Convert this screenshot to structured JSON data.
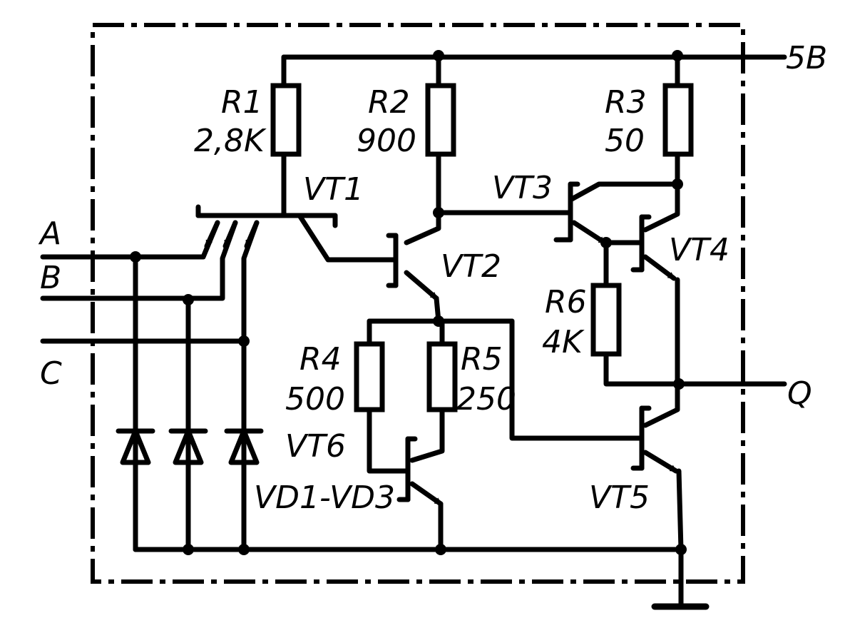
{
  "supply": {
    "label": "5B"
  },
  "inputs": {
    "a": "A",
    "b": "B",
    "c": "C"
  },
  "output": {
    "label": "Q"
  },
  "resistors": {
    "r1": {
      "name": "R1",
      "value": "2,8K"
    },
    "r2": {
      "name": "R2",
      "value": "900"
    },
    "r3": {
      "name": "R3",
      "value": "50"
    },
    "r4": {
      "name": "R4",
      "value": "500"
    },
    "r5": {
      "name": "R5",
      "value": "250"
    },
    "r6": {
      "name": "R6",
      "value": "4K"
    }
  },
  "transistors": {
    "vt1": "VT1",
    "vt2": "VT2",
    "vt3": "VT3",
    "vt4": "VT4",
    "vt5": "VT5",
    "vt6": "VT6"
  },
  "diodes": {
    "label": "VD1-VD3"
  }
}
